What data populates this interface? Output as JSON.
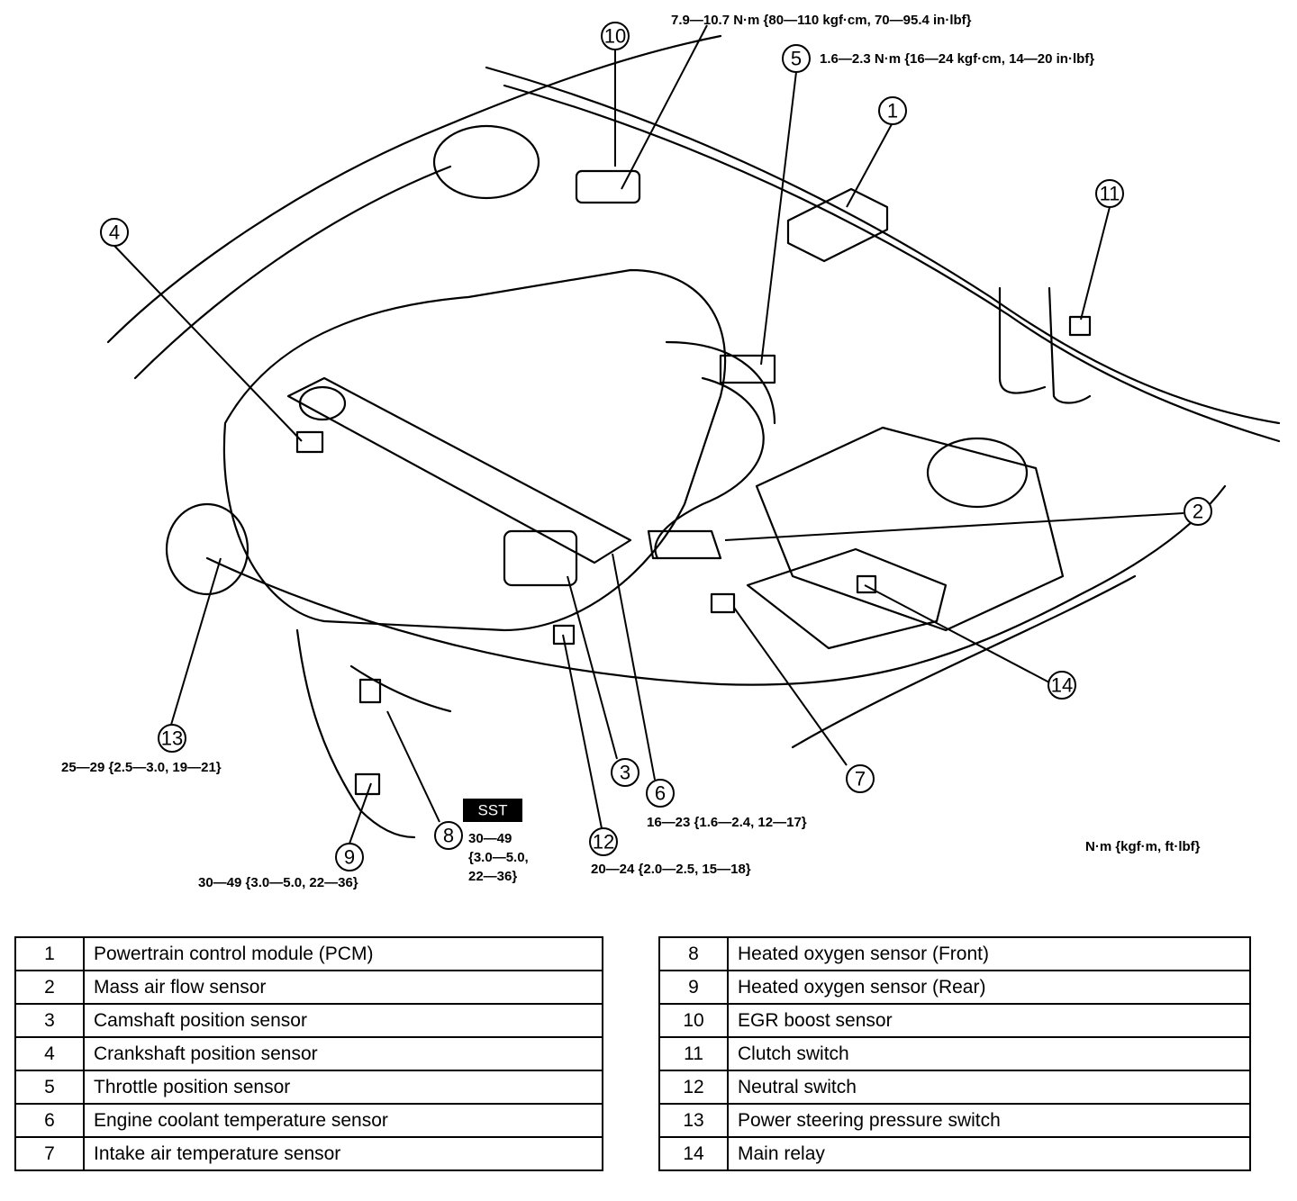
{
  "callouts": [
    {
      "id": "1",
      "label": "1"
    },
    {
      "id": "2",
      "label": "2"
    },
    {
      "id": "3",
      "label": "3"
    },
    {
      "id": "4",
      "label": "4"
    },
    {
      "id": "5",
      "label": "5"
    },
    {
      "id": "6",
      "label": "6"
    },
    {
      "id": "7",
      "label": "7"
    },
    {
      "id": "8",
      "label": "8"
    },
    {
      "id": "9",
      "label": "9"
    },
    {
      "id": "10",
      "label": "10"
    },
    {
      "id": "11",
      "label": "11"
    },
    {
      "id": "12",
      "label": "12"
    },
    {
      "id": "13",
      "label": "13"
    },
    {
      "id": "14",
      "label": "14"
    }
  ],
  "torque": {
    "t10": "7.9—10.7 N·m {80—110 kgf·cm, 70—95.4 in·lbf}",
    "t5": "1.6—2.3 N·m {16—24 kgf·cm, 14—20 in·lbf}",
    "t13": "25—29 {2.5—3.0, 19—21}",
    "t6": "16—23 {1.6—2.4, 12—17}",
    "t8_line1": "30—49",
    "t8_line2": "{3.0—5.0,",
    "t8_line3": "22—36}",
    "t9": "30—49 {3.0—5.0, 22—36}",
    "t12": "20—24 {2.0—2.5, 15—18}",
    "units": "N·m {kgf·m, ft·lbf}"
  },
  "sst_label": "SST",
  "legend_left": [
    {
      "num": "1",
      "name": "Powertrain control module (PCM)"
    },
    {
      "num": "2",
      "name": "Mass air flow sensor"
    },
    {
      "num": "3",
      "name": "Camshaft position sensor"
    },
    {
      "num": "4",
      "name": "Crankshaft position sensor"
    },
    {
      "num": "5",
      "name": "Throttle position sensor"
    },
    {
      "num": "6",
      "name": "Engine coolant temperature sensor"
    },
    {
      "num": "7",
      "name": "Intake air temperature sensor"
    }
  ],
  "legend_right": [
    {
      "num": "8",
      "name": "Heated oxygen sensor (Front)"
    },
    {
      "num": "9",
      "name": "Heated oxygen sensor (Rear)"
    },
    {
      "num": "10",
      "name": "EGR boost sensor"
    },
    {
      "num": "11",
      "name": "Clutch switch"
    },
    {
      "num": "12",
      "name": "Neutral switch"
    },
    {
      "num": "13",
      "name": "Power steering pressure switch"
    },
    {
      "num": "14",
      "name": "Main relay"
    }
  ]
}
